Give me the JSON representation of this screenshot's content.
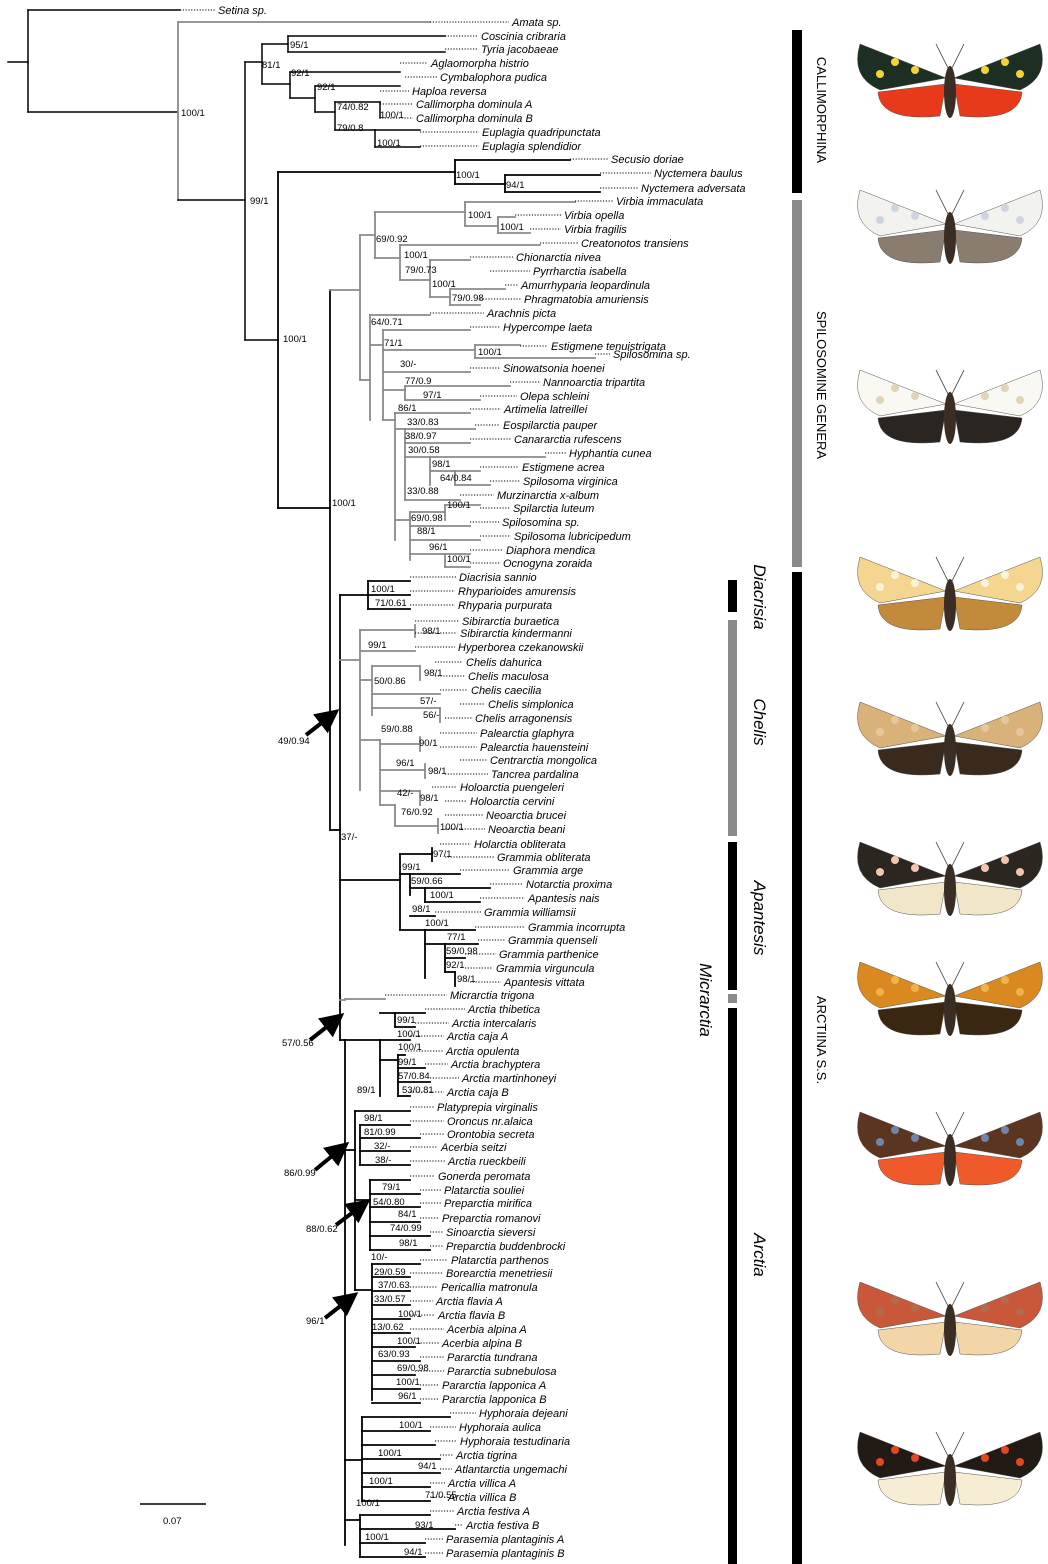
{
  "figure": {
    "scale_bar_label": "0.07",
    "colors": {
      "black": "#000000",
      "grey": "#8a8a8a"
    }
  },
  "groups": [
    {
      "label": "CALLIMORPHINA",
      "color": "#000000"
    },
    {
      "label": "SPILOSOMINE GENERA",
      "color": "#8a8a8a"
    },
    {
      "label": "ARCTIINA S.S.",
      "color": "#000000"
    }
  ],
  "genus_groups": [
    {
      "label": "Diacrisia",
      "color": "#000000"
    },
    {
      "label": "Chelis",
      "color": "#8a8a8a"
    },
    {
      "label": "Apantesis",
      "color": "#000000"
    },
    {
      "label": "Micrarctia",
      "color": "#8a8a8a"
    },
    {
      "label": "Arctia",
      "color": "#000000"
    }
  ],
  "arrow_labels": [
    "49/0.94",
    "57/0.56",
    "86/0.99",
    "88/0.62",
    "96/1"
  ],
  "photos": [
    {
      "name": "callimorpha-moth-photo",
      "colors": [
        "#1d2e22",
        "#e83a1a",
        "#f2d43a"
      ]
    },
    {
      "name": "nyctemera-moth-photo",
      "colors": [
        "#f2f2ee",
        "#8a7d70",
        "#cfd5df"
      ]
    },
    {
      "name": "spilosoma-moth-photo",
      "colors": [
        "#faf8f2",
        "#2a2520",
        "#e0d4b8"
      ]
    },
    {
      "name": "diacrisia-moth-photo",
      "colors": [
        "#f4d690",
        "#c28a3a",
        "#fbf3d9"
      ]
    },
    {
      "name": "chelis-moth-photo",
      "colors": [
        "#d9b27a",
        "#3a2a1e",
        "#e7c79a"
      ]
    },
    {
      "name": "apantesis-moth-photo",
      "colors": [
        "#2b2620",
        "#f1e6c8",
        "#f2c5b3"
      ]
    },
    {
      "name": "micrarctia-moth-photo",
      "colors": [
        "#d9891f",
        "#3a2712",
        "#f0b24d"
      ]
    },
    {
      "name": "arctia-caja-moth-photo",
      "colors": [
        "#5b3520",
        "#f05a2a",
        "#6f86a8"
      ]
    },
    {
      "name": "arctia-flavia-moth-photo",
      "colors": [
        "#c9583a",
        "#f3d6a8",
        "#b36b4d"
      ]
    },
    {
      "name": "arctia-villica-moth-photo",
      "colors": [
        "#221a14",
        "#f6edd4",
        "#e44522"
      ]
    }
  ],
  "taxa": [
    "Setina sp.",
    "Amata sp.",
    "Coscinia cribraria",
    "Tyria jacobaeae",
    "Aglaomorpha histrio",
    "Cymbalophora pudica",
    "Haploa reversa",
    "Callimorpha dominula A",
    "Callimorpha dominula B",
    "Euplagia quadripunctata",
    "Euplagia splendidior",
    "Secusio doriae",
    "Nyctemera baulus",
    "Nyctemera adversata",
    "Virbia immaculata",
    "Virbia opella",
    "Virbia fragilis",
    "Creatonotos transiens",
    "Chionarctia nivea",
    "Pyrrharctia isabella",
    "Amurrhyparia leopardinula",
    "Phragmatobia amuriensis",
    "Arachnis picta",
    "Hypercompe laeta",
    "Estigmene tenuistrigata",
    "Spilosomina sp.",
    "Sinowatsonia hoenei",
    "Nannoarctia tripartita",
    "Olepa schleini",
    "Artimelia latreillei",
    "Eospilarctia pauper",
    "Canararctia rufescens",
    "Hyphantia cunea",
    "Estigmene acrea",
    "Spilosoma virginica",
    "Murzinarctia x-album",
    "Spilarctia luteum",
    "Spilosomina sp.",
    "Spilosoma lubricipedum",
    "Diaphora mendica",
    "Ocnogyna zoraida",
    "Diacrisia sannio",
    "Rhyparioides amurensis",
    "Rhyparia purpurata",
    "Sibirarctia buraetica",
    "Sibirarctia kindermanni",
    "Hyperborea czekanowskii",
    "Chelis dahurica",
    "Chelis maculosa",
    "Chelis caecilia",
    "Chelis simplonica",
    "Chelis arragonensis",
    "Palearctia glaphyra",
    "Palearctia hauensteini",
    "Centrarctia mongolica",
    "Tancrea pardalina",
    "Holoarctia puengeleri",
    "Holoarctia cervini",
    "Neoarctia brucei",
    "Neoarctia beani",
    "Holarctia obliterata",
    "Grammia obliterata",
    "Grammia arge",
    "Notarctia proxima",
    "Apantesis nais",
    "Grammia williamsii",
    "Grammia incorrupta",
    "Grammia quenseli",
    "Grammia parthenice",
    "Grammia virguncula",
    "Apantesis vittata",
    "Micrarctia trigona",
    "Arctia thibetica",
    "Arctia intercalaris",
    "Arctia caja A",
    "Arctia opulenta",
    "Arctia brachyptera",
    "Arctia martinhoneyi",
    "Arctia caja B",
    "Platyprepia virginalis",
    "Oroncus nr.alaica",
    "Orontobia secreta",
    "Acerbia seitzi",
    "Arctia rueckbeili",
    "Gonerda peromata",
    "Platarctia souliei",
    "Preparctia mirifica",
    "Preparctia romanovi",
    "Sinoarctia sieversi",
    "Preparctia buddenbrocki",
    "Platarctia parthenos",
    "Borearctia menetriesii",
    "Pericallia matronula",
    "Arctia flavia A",
    "Arctia flavia B",
    "Acerbia alpina A",
    "Acerbia alpina B",
    "Pararctia tundrana",
    "Pararctia subnebulosa",
    "Pararctia lapponica A",
    "Pararctia lapponica B",
    "Hyphoraia dejeani",
    "Hyphoraia aulica",
    "Hyphoraia testudinaria",
    "Arctia tigrina",
    "Atlantarctia ungemachi",
    "Arctia villica A",
    "Arctia villica B",
    "Arctia festiva A",
    "Arctia festiva B",
    "Parasemia plantaginis A",
    "Parasemia plantaginis B"
  ],
  "supports": [
    "100/1",
    "95/1",
    "81/1",
    "92/1",
    "92/1",
    "74/0.82",
    "100/1",
    "79/0.8",
    "100/1",
    "99/1",
    "100/1",
    "94/1",
    "100/1",
    "100/1",
    "100/1",
    "69/0.92",
    "100/1",
    "79/0.73",
    "100/1",
    "79/0.98",
    "64/0.71",
    "71/1",
    "100/1",
    "30/-",
    "77/0.9",
    "97/1",
    "86/1",
    "33/0.83",
    "38/0.97",
    "30/0.58",
    "98/1",
    "64/0.84",
    "33/0.88",
    "100/1",
    "69/0.98",
    "88/1",
    "96/1",
    "100/1",
    "100/1",
    "100/1",
    "71/0.61",
    "98/1",
    "99/1",
    "98/1",
    "50/0.86",
    "57/-",
    "56/-",
    "59/0.88",
    "90/1",
    "98/1",
    "96/1",
    "42/-",
    "98/1",
    "76/0.92",
    "100/1",
    "37/-",
    "97/1",
    "99/1",
    "59/0.66",
    "100/1",
    "98/1",
    "100/1",
    "77/1",
    "59/0.98",
    "92/1",
    "98/1",
    "99/1",
    "100/1",
    "100/1",
    "99/1",
    "57/0.84",
    "53/0.81",
    "89/1",
    "98/1",
    "81/0.99",
    "32/-",
    "38/-",
    "79/1",
    "54/0.80",
    "84/1",
    "74/0.99",
    "98/1",
    "10/-",
    "29/0.59",
    "37/0.63",
    "33/0.57",
    "100/1",
    "13/0.62",
    "100/1",
    "63/0.93",
    "69/0.98",
    "100/1",
    "96/1",
    "100/1",
    "100/1",
    "94/1",
    "100/1",
    "71/0.55",
    "100/1",
    "93/1",
    "100/1",
    "94/1",
    "100/1"
  ]
}
